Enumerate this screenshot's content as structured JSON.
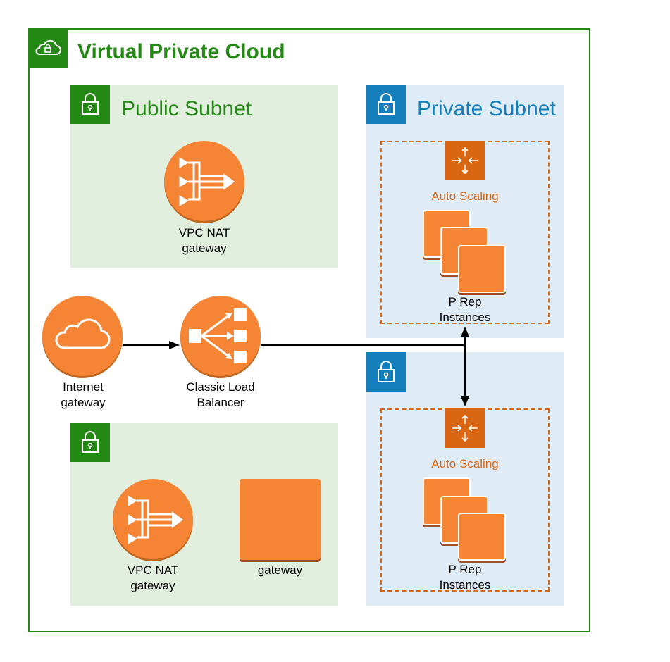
{
  "vpc": {
    "title": "Virtual Private Cloud",
    "icon": "cloud-lock-icon"
  },
  "public_subnet": {
    "title": "Public Subnet",
    "nat": {
      "line1": "VPC NAT",
      "line2": "gateway",
      "icon": "nat-gateway-icon"
    }
  },
  "private_subnet_1": {
    "title": "Private Subnet",
    "asg_label": "Auto Scaling",
    "instances": {
      "line1": "P Rep",
      "line2": "Instances"
    }
  },
  "private_subnet_2": {
    "asg_label": "Auto Scaling",
    "instances": {
      "line1": "P Rep",
      "line2": "Instances"
    }
  },
  "internet_gateway": {
    "line1": "Internet",
    "line2": "gateway",
    "icon": "cloud-icon"
  },
  "load_balancer": {
    "line1": "Classic Load",
    "line2": "Balancer",
    "icon": "load-balancer-icon"
  },
  "lower_subnet": {
    "nat": {
      "line1": "VPC NAT",
      "line2": "gateway"
    },
    "gateway_label": "gateway"
  },
  "colors": {
    "green": "#248814",
    "blue": "#147eba",
    "orange": "#f58534",
    "dark_orange": "#d86613",
    "green_bg": "#e2efdf",
    "blue_bg": "#e0ecf5"
  }
}
